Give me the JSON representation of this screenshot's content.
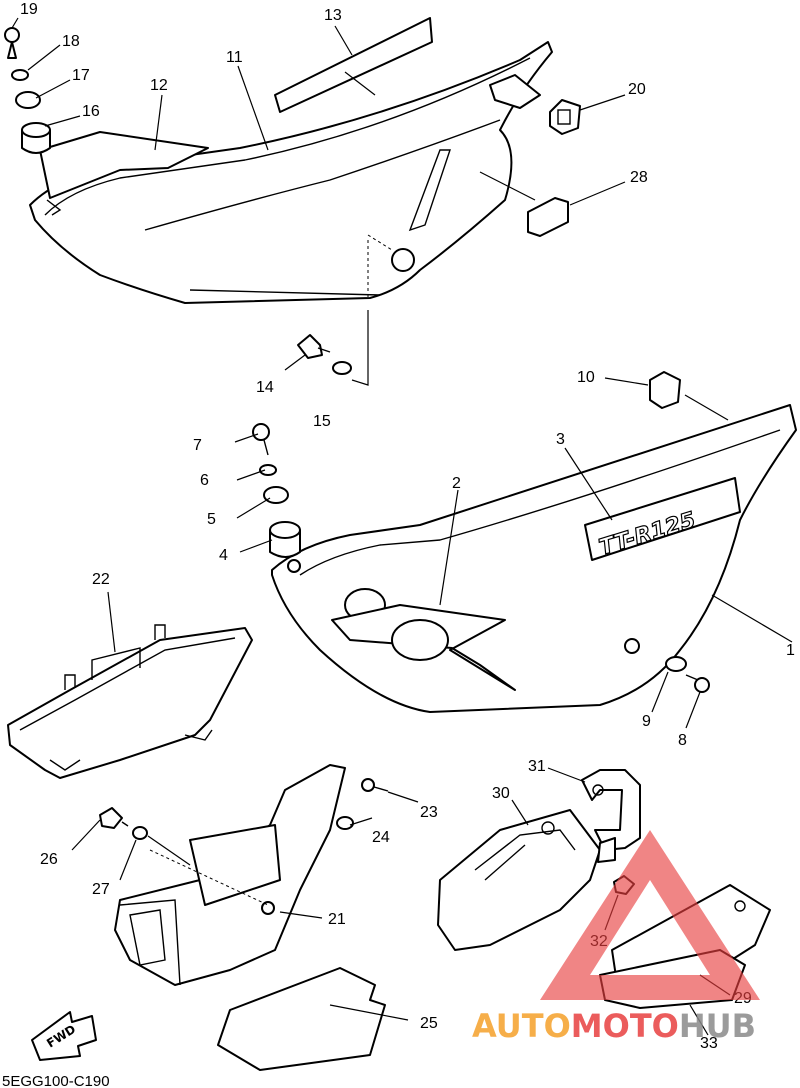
{
  "diagram": {
    "callouts": {
      "c1": "1",
      "c2": "2",
      "c3": "3",
      "c4": "4",
      "c5": "5",
      "c6": "6",
      "c7": "7",
      "c8": "8",
      "c9": "9",
      "c10": "10",
      "c11": "11",
      "c12": "12",
      "c13": "13",
      "c14": "14",
      "c15": "15",
      "c16": "16",
      "c17": "17",
      "c18": "18",
      "c19": "19",
      "c20": "20",
      "c21": "21",
      "c22": "22",
      "c23": "23",
      "c24": "24",
      "c25": "25",
      "c26": "26",
      "c27": "27",
      "c28": "28",
      "c29": "29",
      "c30": "30",
      "c31": "31",
      "c32": "32",
      "c33": "33"
    },
    "emblem_text": "TT-R125",
    "fwd_label": "FWD",
    "figure_code": "5EGG100-C190"
  },
  "watermark": {
    "part1": "AUTO",
    "part2": "MOTO",
    "part3": "HUB",
    "color_orange": "#f5a02a",
    "color_red": "#e84040",
    "color_gray": "#8a8a8a"
  }
}
